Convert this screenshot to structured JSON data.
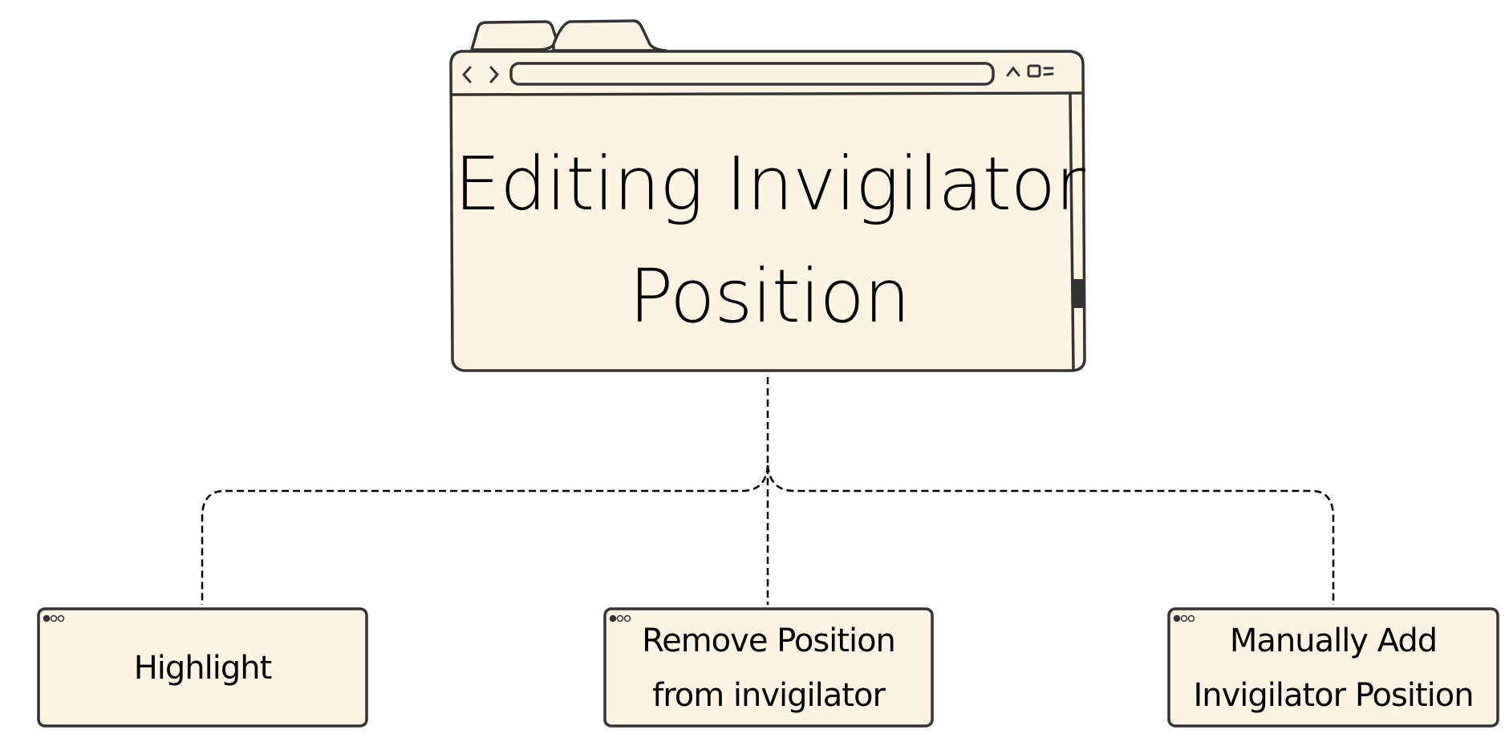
{
  "root": {
    "title": "Editing Invigilator Position"
  },
  "children": [
    {
      "label": "Highlight"
    },
    {
      "label": "Remove Position from invigilator"
    },
    {
      "label": "Manually Add Invigilator Position"
    }
  ],
  "colors": {
    "fill": "#fdf4e4",
    "stroke": "#333333",
    "line": "#000000"
  }
}
